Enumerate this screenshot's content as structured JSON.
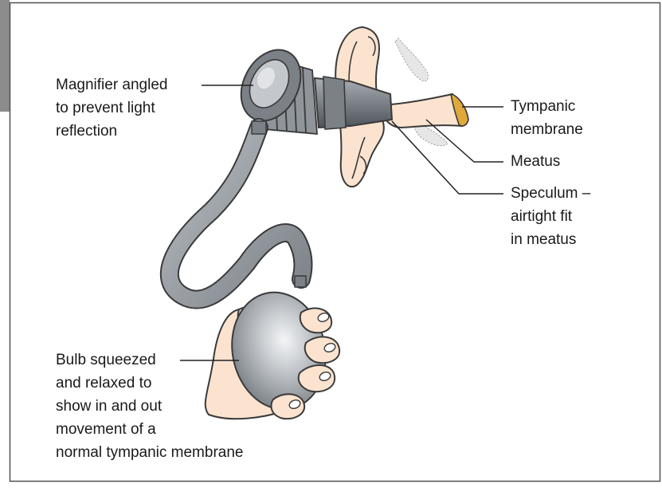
{
  "labels": {
    "magnifier": [
      "Magnifier angled",
      "to prevent light",
      "reflection"
    ],
    "tympanic": [
      "Tympanic",
      "membrane"
    ],
    "meatus": [
      "Meatus"
    ],
    "speculum": [
      "Speculum –",
      "airtight fit",
      "in meatus"
    ],
    "bulb": [
      "Bulb squeezed",
      "and relaxed to",
      "show in and out",
      "movement of a",
      "normal tympanic membrane"
    ]
  },
  "colors": {
    "frame": "#505050",
    "instrument": "#9aa0a6",
    "instrument_dark": "#4e5358",
    "skin": "#fbe3cf",
    "skin_outline": "#3a3a3a",
    "membrane": "#e0a93a",
    "leader_line": "#222222"
  }
}
